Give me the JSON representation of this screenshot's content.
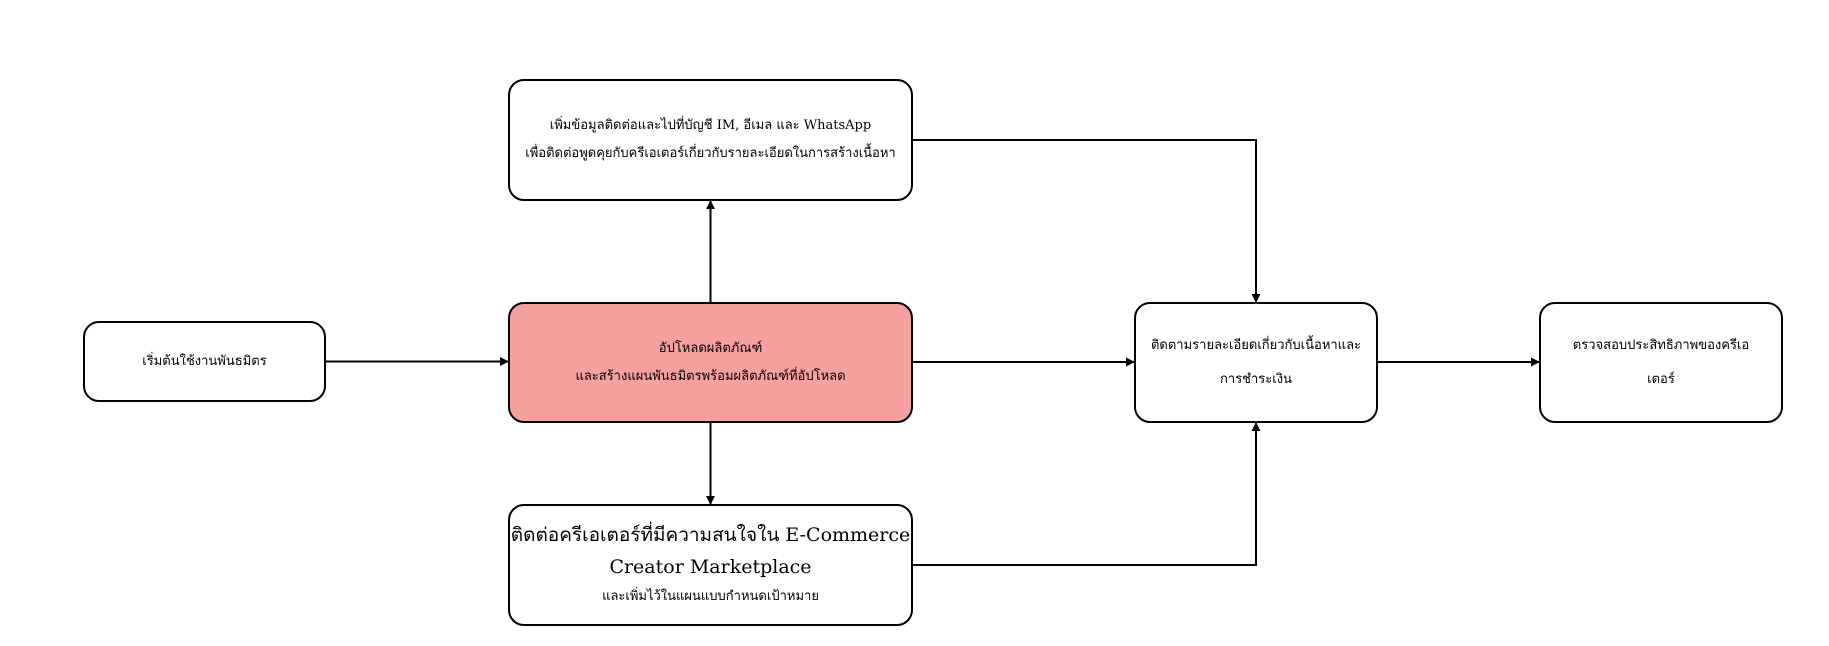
{
  "diagram": {
    "line_color": "#000000",
    "highlight_fill": "#f7a0a0",
    "nodes": {
      "start": {
        "lines": [
          "เริ่มต้นใช้งานพันธมิตร"
        ]
      },
      "upload": {
        "lines": [
          "อัปโหลดผลิตภัณฑ์",
          "และสร้างแผนพันธมิตรพร้อมผลิตภัณฑ์ที่อัปโหลด"
        ]
      },
      "contact": {
        "lines": [
          "เพิ่มข้อมูลติดต่อและไปที่บัญชี IM, อีเมล และ WhatsApp",
          "เพื่อติดต่อพูดคุยกับครีเอเตอร์เกี่ยวกับรายละเอียดในการสร้างเนื้อหา"
        ]
      },
      "creator": {
        "lines": [
          "ติดต่อครีเอเตอร์ที่มีความสนใจใน E-Commerce",
          "Creator Marketplace",
          "และเพิ่มไว้ในแผนแบบกำหนดเป้าหมาย"
        ]
      },
      "track": {
        "lines": [
          "ติดตามรายละเอียดเกี่ยวกับเนื้อหาและการชำระเงิน"
        ]
      },
      "check": {
        "lines": [
          "ตรวจสอบประสิทธิภาพของครีเอเตอร์"
        ]
      }
    },
    "edges": [
      {
        "from": "start",
        "to": "upload"
      },
      {
        "from": "upload",
        "to": "contact"
      },
      {
        "from": "upload",
        "to": "creator"
      },
      {
        "from": "upload",
        "to": "track"
      },
      {
        "from": "contact",
        "to": "track"
      },
      {
        "from": "creator",
        "to": "track"
      },
      {
        "from": "track",
        "to": "check"
      }
    ]
  }
}
